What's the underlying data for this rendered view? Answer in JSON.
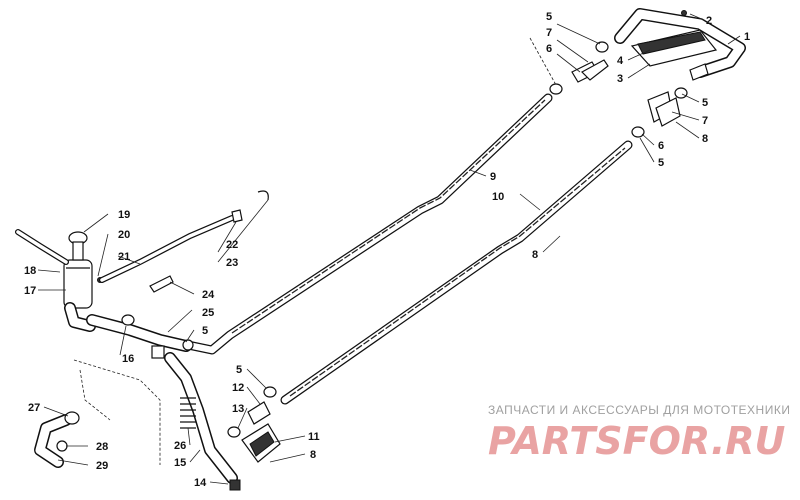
{
  "callouts": {
    "n1": "1",
    "n2": "2",
    "n3": "3",
    "n4": "4",
    "n5a": "5",
    "n5b": "5",
    "n5c": "5",
    "n5d": "5",
    "n5e": "5",
    "n6a": "6",
    "n6b": "6",
    "n7a": "7",
    "n7b": "7",
    "n8a": "8",
    "n8b": "8",
    "n8c": "8",
    "n9": "9",
    "n10": "10",
    "n11": "11",
    "n12": "12",
    "n13": "13",
    "n14": "14",
    "n15": "15",
    "n16": "16",
    "n17": "17",
    "n18": "18",
    "n19": "19",
    "n20": "20",
    "n21": "21",
    "n22": "22",
    "n23": "23",
    "n24": "24",
    "n25": "25",
    "n26": "26",
    "n27": "27",
    "n28": "28",
    "n29": "29"
  },
  "watermark": {
    "tagline": "ЗАПЧАСТИ И АКСЕССУАРЫ ДЛЯ МОТОТЕХНИКИ",
    "logo": "PARTSFOR.RU",
    "logo_color": "#e9a3a3"
  }
}
